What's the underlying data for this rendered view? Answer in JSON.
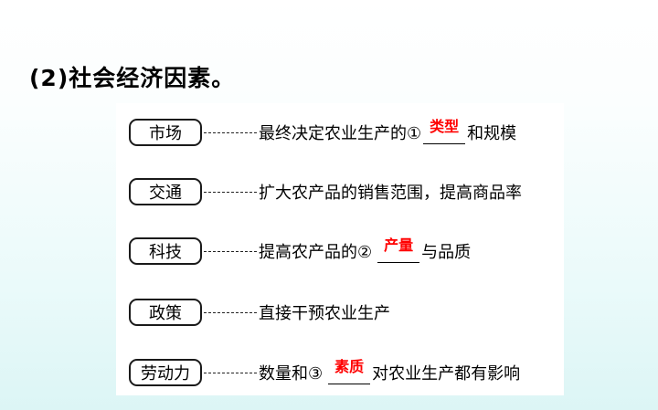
{
  "heading": "(2)社会经济因素。",
  "rows": [
    {
      "factor": "市场",
      "before": "最终决定农业生产的①",
      "answer": "类型",
      "after": "和规模"
    },
    {
      "factor": "交通",
      "before": "扩大农产品的销售范围，提高商品率",
      "answer": "",
      "after": ""
    },
    {
      "factor": "科技",
      "before": "提高农产品的②",
      "answer": "产量",
      "after": "与品质"
    },
    {
      "factor": "政策",
      "before": "直接干预农业生产",
      "answer": "",
      "after": ""
    },
    {
      "factor": "劳动力",
      "before": "数量和③",
      "answer": "素质",
      "after": "对农业生产都有影响"
    }
  ],
  "colors": {
    "answer": "#ff0000",
    "border": "#1a1a1a"
  }
}
